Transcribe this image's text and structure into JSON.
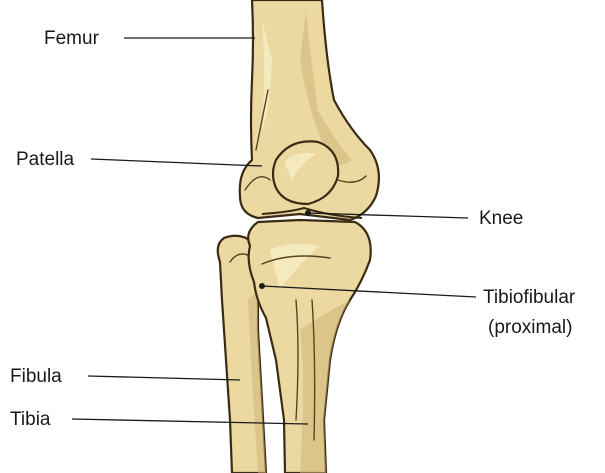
{
  "labels": {
    "femur": "Femur",
    "patella": "Patella",
    "knee": "Knee",
    "tibiofibular_line1": "Tibiofibular",
    "tibiofibular_line2": "(proximal)",
    "fibula": "Fibula",
    "tibia": "Tibia"
  },
  "colors": {
    "bone_fill": "#ecd9a1",
    "bone_outline": "#3a2c14",
    "label_text": "#1a1a1a",
    "background": "#ffffff"
  }
}
